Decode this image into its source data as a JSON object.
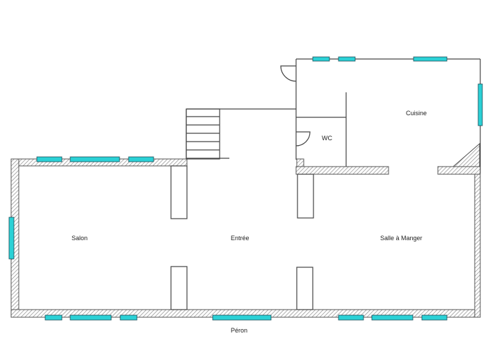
{
  "rooms": {
    "salon": "Salon",
    "entree": "Entrée",
    "salle_a_manger": "Salle à Manger",
    "cuisine": "Cuisine",
    "wc": "WC",
    "peron": "Péron"
  },
  "colors": {
    "window": "#2bd1d6",
    "wall_line": "#555555",
    "hatch": "#8a8a8a",
    "background": "#ffffff"
  }
}
